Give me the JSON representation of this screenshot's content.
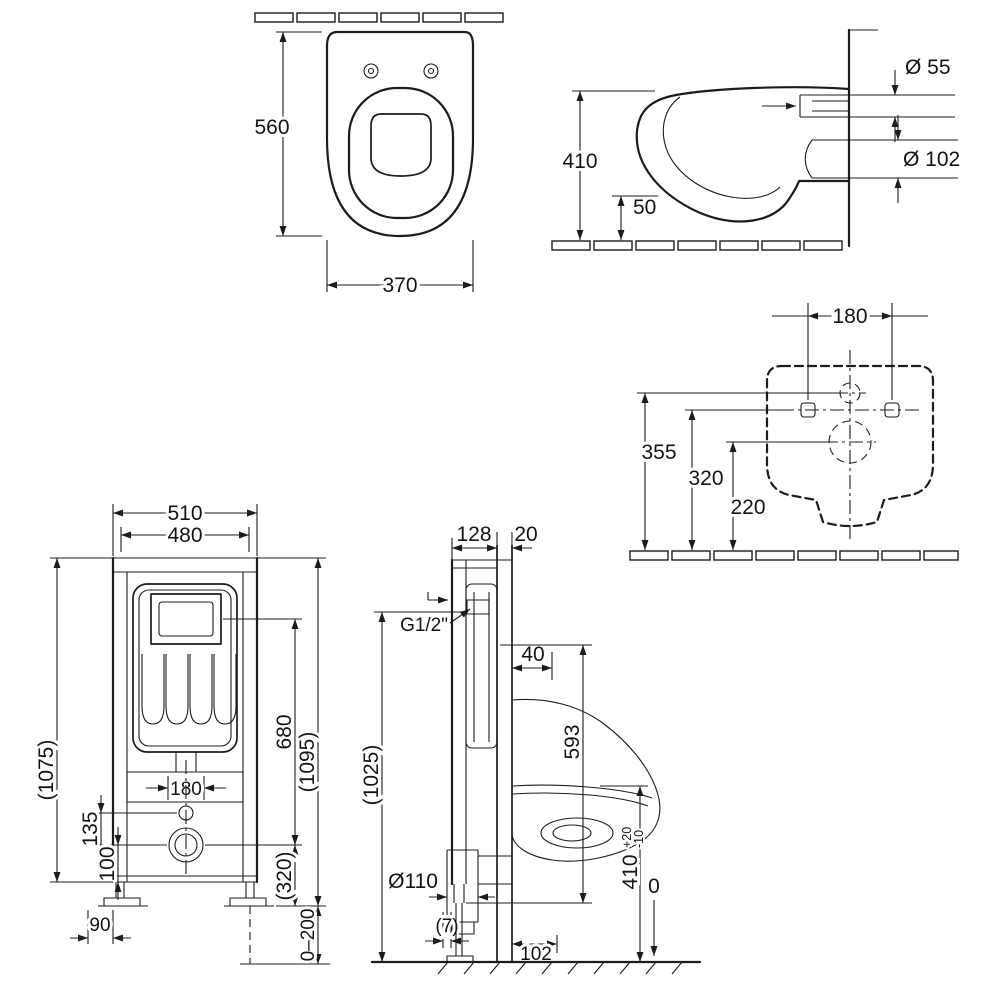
{
  "meta": {
    "background": "#ffffff",
    "ink": "#1c1c1c"
  },
  "pan_top_view": {
    "depth": "560",
    "width": "370"
  },
  "pan_side_view": {
    "height": "410",
    "clearance": "50",
    "inlet_dia": "Ø 55",
    "outlet_dia": "Ø 102"
  },
  "pan_rear_view": {
    "bolt_spacing": "180",
    "inlet_height": "355",
    "bolt_height": "320",
    "outlet_height": "220"
  },
  "frame_front_view": {
    "outer_width": "510",
    "inner_width": "480",
    "frame_height": "(1075)",
    "plate_height": "680",
    "overall_height": "(1095)",
    "outlet_drop": "(320)",
    "bolt_spacing": "180",
    "dim_135": "135",
    "dim_100": "100",
    "foot_offset": "90",
    "foot_adjust": "0–200"
  },
  "frame_side_view": {
    "frame_depth": "128",
    "wall_thickness": "20",
    "water_supply": "G1/2\"",
    "dim_40": "40",
    "dim_593": "593",
    "overall_height": "(1025)",
    "drain_dia": "Ø110",
    "dim_7": "(7)",
    "dim_102": "102",
    "seat_height": "410",
    "seat_tol_plus": "+20",
    "seat_tol_minus": "-10",
    "floor_datum": "0"
  }
}
